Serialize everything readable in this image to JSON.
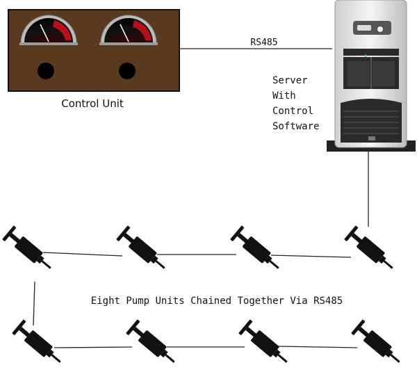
{
  "control_unit": {
    "label": "Control Unit",
    "gauge_count": 2,
    "knob_count": 2
  },
  "link": {
    "label": "RS485"
  },
  "server": {
    "lines": [
      "Server",
      "With",
      "Control",
      "Software"
    ]
  },
  "pumps": {
    "count": 8,
    "caption": "Eight Pump Units Chained Together Via RS485"
  },
  "colors": {
    "panel": "#5a3a1e",
    "panel_border": "#1a0f06",
    "gauge_red": "#b8101a",
    "line": "#222222",
    "pump": "#111111",
    "tower_light": "#e8e8e8",
    "tower_dark": "#2a2a2a"
  }
}
